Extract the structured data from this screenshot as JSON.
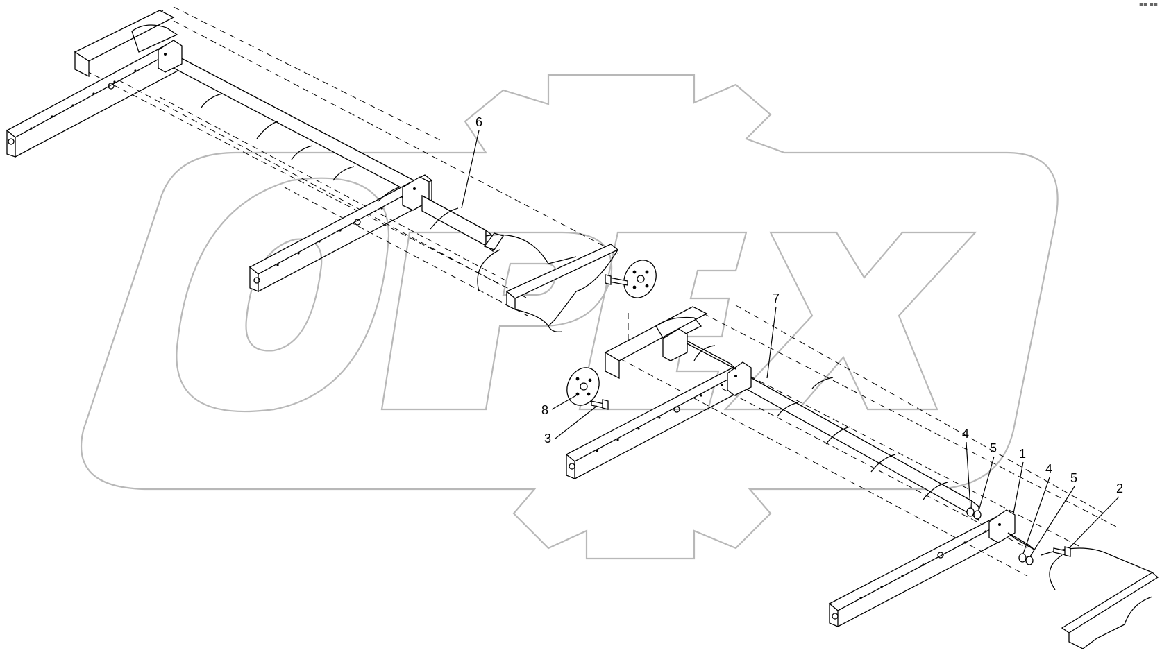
{
  "watermark": {
    "text": "OPEX",
    "color": "#b8b8b8"
  },
  "corner_mark": "▪▪ ▪▪",
  "callouts": [
    {
      "id": "6",
      "label": "6"
    },
    {
      "id": "7",
      "label": "7"
    },
    {
      "id": "8",
      "label": "8"
    },
    {
      "id": "3",
      "label": "3"
    },
    {
      "id": "4a",
      "label": "4"
    },
    {
      "id": "5a",
      "label": "5"
    },
    {
      "id": "1",
      "label": "1"
    },
    {
      "id": "4b",
      "label": "4"
    },
    {
      "id": "5b",
      "label": "5"
    },
    {
      "id": "2",
      "label": "2"
    }
  ]
}
